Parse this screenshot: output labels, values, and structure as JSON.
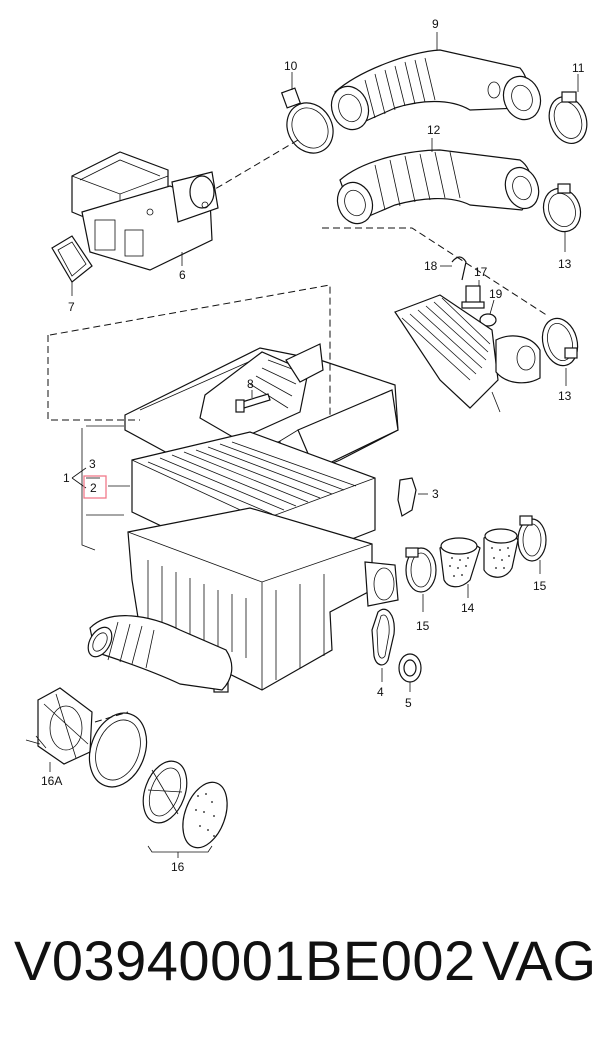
{
  "callouts": {
    "n1": "1",
    "n2": "2",
    "n3": "3",
    "n3b": "3",
    "n4": "4",
    "n5": "5",
    "n6": "6",
    "n7": "7",
    "n8": "8",
    "n9": "9",
    "n10": "10",
    "n11": "11",
    "n12": "12",
    "n13a": "13",
    "n13b": "13",
    "n14": "14",
    "n15a": "15",
    "n15b": "15",
    "n16": "16",
    "n16a": "16A",
    "n17": "17",
    "n18": "18",
    "n19": "19"
  },
  "highlight_color": "#f07a8a",
  "caption": {
    "part_code": "V03940001BE002",
    "brand": "VAG"
  }
}
